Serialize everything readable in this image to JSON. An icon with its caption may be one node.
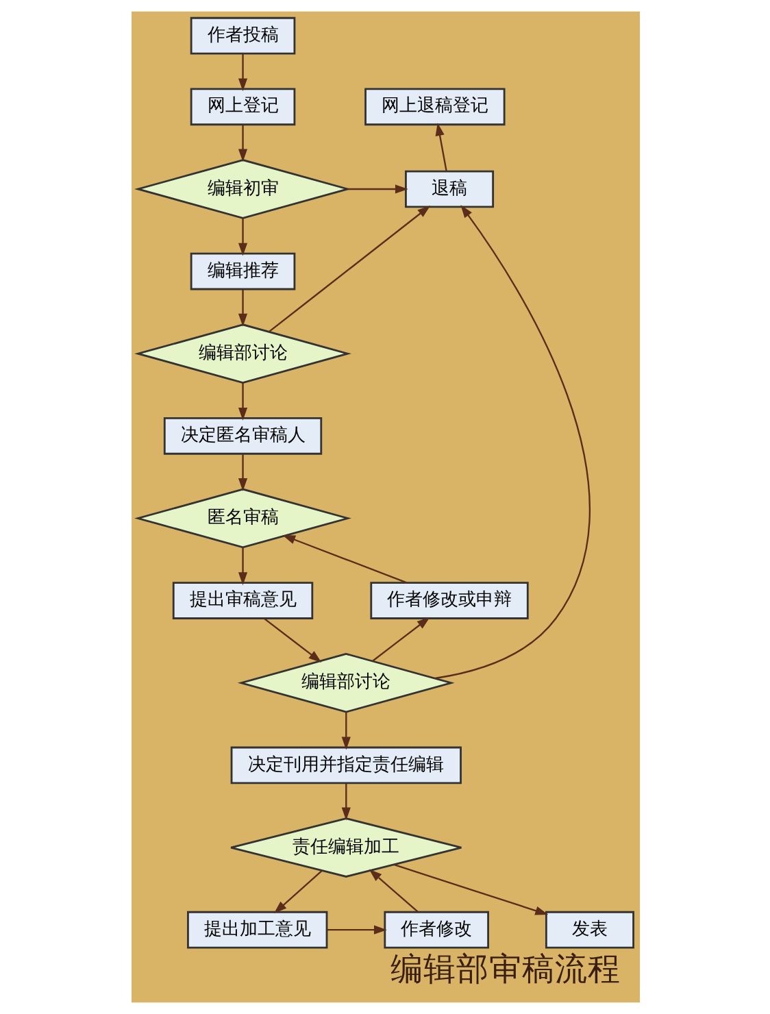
{
  "diagram": {
    "title": "编辑部审稿流程",
    "nodes": [
      {
        "text": [
          "作者投稿"
        ]
      },
      {
        "text": [
          "网上登记"
        ]
      },
      {
        "text": [
          "编辑初审"
        ]
      },
      {
        "text": [
          "网上退稿登记"
        ]
      },
      {
        "text": [
          "退稿"
        ]
      },
      {
        "text": [
          "编辑推荐"
        ]
      },
      {
        "text": [
          "编辑部讨论"
        ]
      },
      {
        "text": [
          "决定匿名审稿人"
        ]
      },
      {
        "text": [
          "匿名审稿"
        ]
      },
      {
        "text": [
          "提出审稿意见"
        ]
      },
      {
        "text": [
          "作者修改或申辩"
        ]
      },
      {
        "text": [
          "编辑部讨论"
        ]
      },
      {
        "text": [
          "决定刊用并指定责任编辑"
        ]
      },
      {
        "text": [
          "责任编辑加工"
        ]
      },
      {
        "text": [
          "作者修改"
        ]
      },
      {
        "text": [
          "提出加工意见"
        ]
      },
      {
        "text": [
          "发表"
        ]
      }
    ],
    "edges": [
      {
        "from": 0,
        "to": 1,
        "arrow": "to"
      },
      {
        "from": 1,
        "to": 2,
        "arrow": "to"
      },
      {
        "from": 2,
        "to": 4,
        "arrow": "to"
      },
      {
        "from": 4,
        "to": 3,
        "arrow": "to"
      },
      {
        "from": 2,
        "to": 5,
        "arrow": "to"
      },
      {
        "from": 5,
        "to": 6,
        "arrow": "to"
      },
      {
        "from": 6,
        "to": 4,
        "arrow": "to"
      },
      {
        "from": 6,
        "to": 7,
        "arrow": "to"
      },
      {
        "from": 7,
        "to": 8,
        "arrow": "to"
      },
      {
        "from": 8,
        "to": 9,
        "arrow": "to"
      },
      {
        "from": 9,
        "to": 11,
        "arrow": "to"
      },
      {
        "from": 11,
        "to": 10,
        "arrow": "to"
      },
      {
        "from": 10,
        "to": 8,
        "arrow": "to"
      },
      {
        "from": 11,
        "to": 4,
        "arrow": "to"
      },
      {
        "from": 11,
        "to": 12,
        "arrow": "to"
      },
      {
        "from": 12,
        "to": 13,
        "arrow": "to"
      },
      {
        "from": 13,
        "to": 15,
        "arrow": "to"
      },
      {
        "from": 15,
        "to": 14,
        "arrow": "to"
      },
      {
        "from": 14,
        "to": 13,
        "arrow": "to"
      },
      {
        "from": 13,
        "to": 16,
        "arrow": "to"
      }
    ]
  }
}
